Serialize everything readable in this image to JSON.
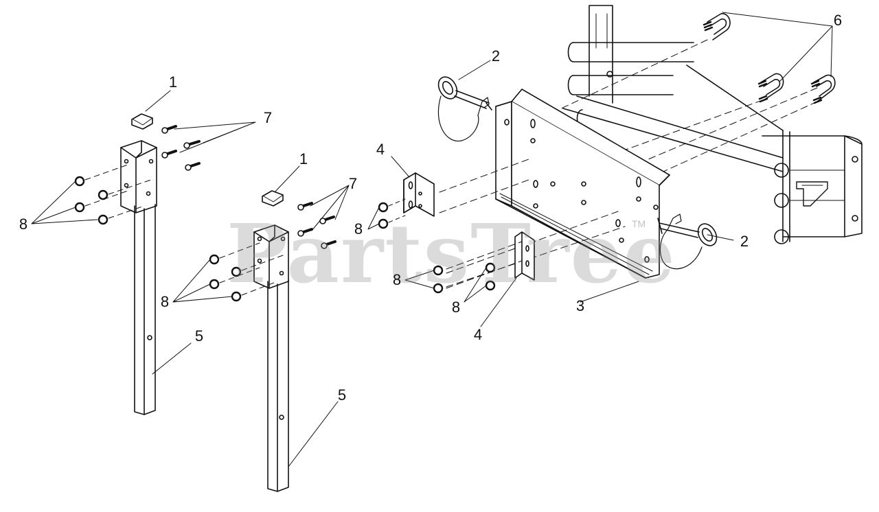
{
  "watermark": {
    "text": "PartsTree",
    "mark": "TM"
  },
  "callouts": [
    "1",
    "1",
    "2",
    "2",
    "3",
    "4",
    "4",
    "5",
    "5",
    "6",
    "7",
    "7",
    "8",
    "8",
    "8",
    "8",
    "8"
  ],
  "colors": {
    "line": "#111111",
    "fill": "#ffffff",
    "shade": "#e6e6e6",
    "watermark": "#8a8a8a"
  }
}
